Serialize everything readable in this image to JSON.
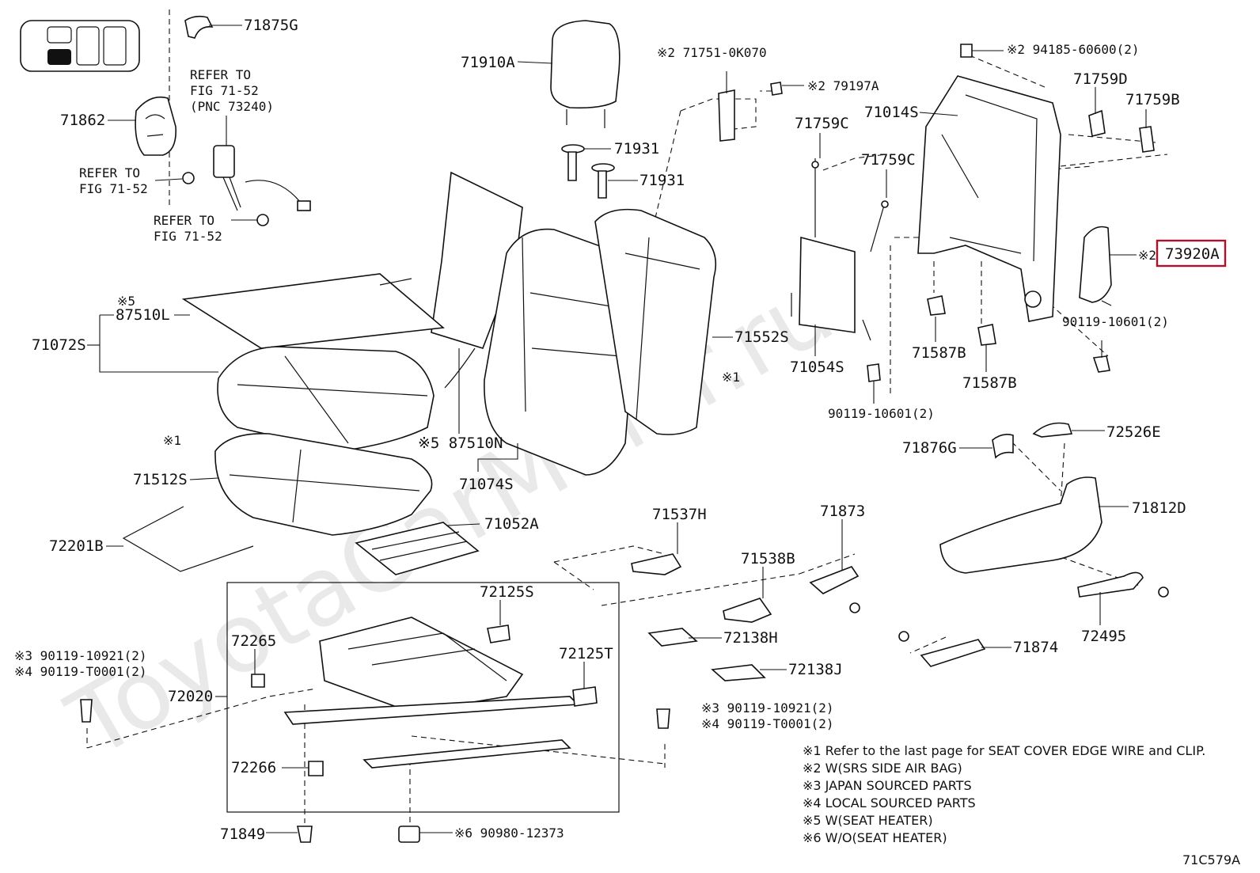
{
  "watermark": "ToyotaCarMiner.ru",
  "figure_code": "71C579A",
  "highlight_color": "#b0102c",
  "parts": {
    "p71875G": "71875G",
    "p71862": "71862",
    "refer_to_a": "REFER TO",
    "fig_71_52_a": "FIG 71-52",
    "pnc_73240": "(PNC 73240)",
    "refer_to_b": "REFER TO",
    "fig_71_52_b": "FIG 71-52",
    "refer_to_c": "REFER TO",
    "fig_71_52_c": "FIG 71-52",
    "p71910A": "71910A",
    "p71931a": "71931",
    "p71931b": "71931",
    "p71751": "※2 71751-0K070",
    "p79197A": "※2 79197A",
    "p94185": "※2 94185-60600(2)",
    "p71759D": "71759D",
    "p71759B": "71759B",
    "p71014S": "71014S",
    "p71759C_a": "71759C",
    "p71759C_b": "71759C",
    "p73920A": "73920A",
    "p73920A_note": "※2",
    "p90119_10601_a": "90119-10601(2)",
    "p71587B_a": "71587B",
    "p71587B_b": "71587B",
    "p71552S": "71552S",
    "p71054S": "71054S",
    "p90119_10601_b": "90119-10601(2)",
    "p87510L_note": "※5",
    "p87510L": "87510L",
    "p71072S": "71072S",
    "note1_a": "※1",
    "note1_b": "※1",
    "p87510N": "※5 87510N",
    "p71074S": "71074S",
    "p71512S": "71512S",
    "p71052A": "71052A",
    "p72201B": "72201B",
    "p71876G": "71876G",
    "p72526E": "72526E",
    "p71812D": "71812D",
    "p71537H": "71537H",
    "p71873": "71873",
    "p71538B": "71538B",
    "p72125S": "72125S",
    "p72138H": "72138H",
    "p72138J": "72138J",
    "p71874": "71874",
    "p72495": "72495",
    "p72265": "72265",
    "p72125T": "72125T",
    "p72020": "72020",
    "p72266": "72266",
    "p71849": "71849",
    "p90980": "※6 90980-12373",
    "bolt_left_1": "※3 90119-10921(2)",
    "bolt_left_2": "※4 90119-T0001(2)",
    "bolt_mid_1": "※3 90119-10921(2)",
    "bolt_mid_2": "※4 90119-T0001(2)"
  },
  "notes": [
    "※1  Refer to the last page for SEAT COVER EDGE WIRE and CLIP.",
    "※2  W(SRS SIDE AIR BAG)",
    "※3  JAPAN SOURCED PARTS",
    "※4  LOCAL SOURCED PARTS",
    "※5  W(SEAT HEATER)",
    "※6  W/O(SEAT HEATER)"
  ]
}
